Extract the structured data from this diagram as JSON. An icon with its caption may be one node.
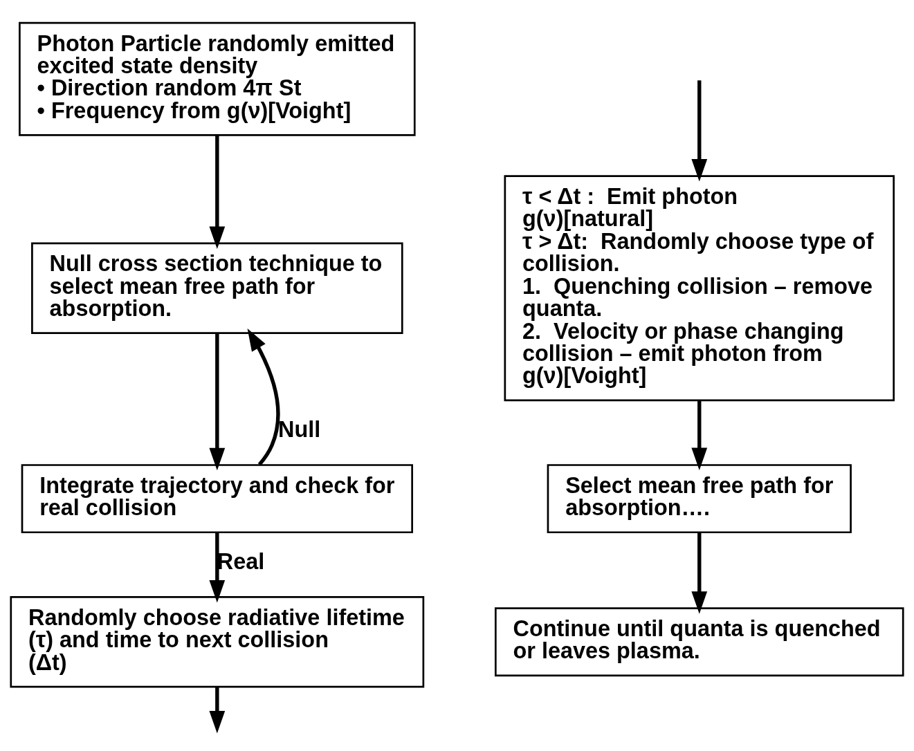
{
  "diagram": {
    "nodes": [
      {
        "text": [
          "Photon Particle randomly emitted excited state density",
          "• Direction random 4π St",
          "• Frequency from g(ν)[Voight]"
        ]
      },
      {
        "text": [
          "Null cross section technique to select mean free path for absorption."
        ]
      },
      {
        "text": [
          "Integrate trajectory and check for real collision"
        ]
      },
      {
        "text": [
          "Randomly choose radiative lifetime (τ) and time to next collision (Δt)"
        ]
      },
      {
        "text": [
          "τ < Δt :  Emit photon g(ν)[natural]",
          "τ > Δt:  Randomly choose type of collision.",
          "1.  Quenching collision – remove quanta.",
          "2.  Velocity or phase changing collision – emit photon from g(ν)[Voight]"
        ]
      },
      {
        "text": [
          "Select mean free path for absorption…."
        ]
      },
      {
        "text": [
          "Continue until quanta is quenched or leaves plasma."
        ]
      }
    ],
    "edges": [
      {
        "from": 0,
        "to": 1,
        "arrow": "to"
      },
      {
        "from": 1,
        "to": 2,
        "arrow": "to"
      },
      {
        "from": 2,
        "to": 1,
        "arrow": "to",
        "label": "Null"
      },
      {
        "from": 2,
        "to": 3,
        "arrow": "to",
        "label": "Real"
      },
      {
        "from": 3,
        "to": null,
        "arrow": "to"
      },
      {
        "from": null,
        "to": 4,
        "arrow": "to"
      },
      {
        "from": 4,
        "to": 5,
        "arrow": "to"
      },
      {
        "from": 5,
        "to": 6,
        "arrow": "to"
      }
    ]
  }
}
